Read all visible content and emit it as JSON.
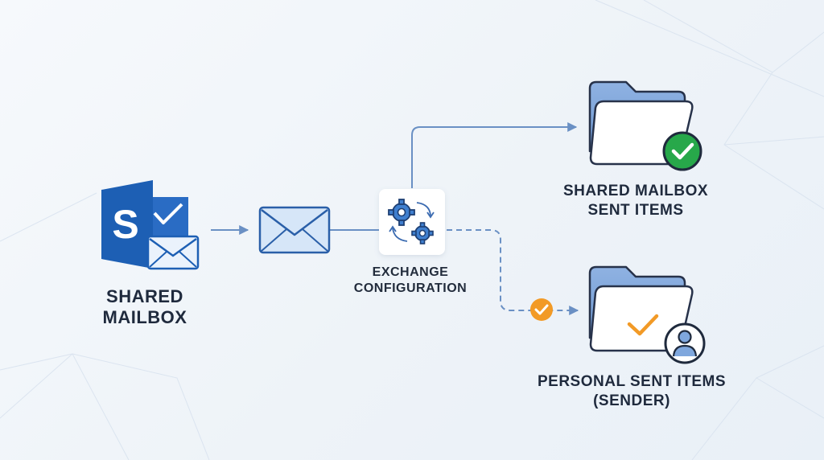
{
  "colors": {
    "primary_blue": "#1d5fb4",
    "folder_blue": "#7fa7dd",
    "folder_outline": "#27324a",
    "connector": "#6a90c4",
    "success_green": "#27a84a",
    "accent_orange": "#f29a26"
  },
  "nodes": {
    "shared_mailbox": {
      "line1": "SHARED",
      "line2": "MAILBOX",
      "icon": "sharepoint-mailbox-icon"
    },
    "message": {
      "icon": "envelope-icon"
    },
    "exchange": {
      "line1": "EXCHANGE",
      "line2": "CONFIGURATION",
      "icon": "gears-sync-icon"
    },
    "shared_sent": {
      "line1": "SHARED MAILBOX",
      "line2": "SENT ITEMS",
      "icon": "folder-check-icon"
    },
    "personal_sent": {
      "line1": "PERSONAL SENT ITEMS",
      "line2": "(SENDER)",
      "icon": "folder-user-icon"
    }
  },
  "connectors": {
    "mailbox_to_message": "solid-arrow",
    "exchange_to_shared_sent": "solid-arrow",
    "exchange_to_personal_sent": "dashed-arrow-with-check"
  }
}
